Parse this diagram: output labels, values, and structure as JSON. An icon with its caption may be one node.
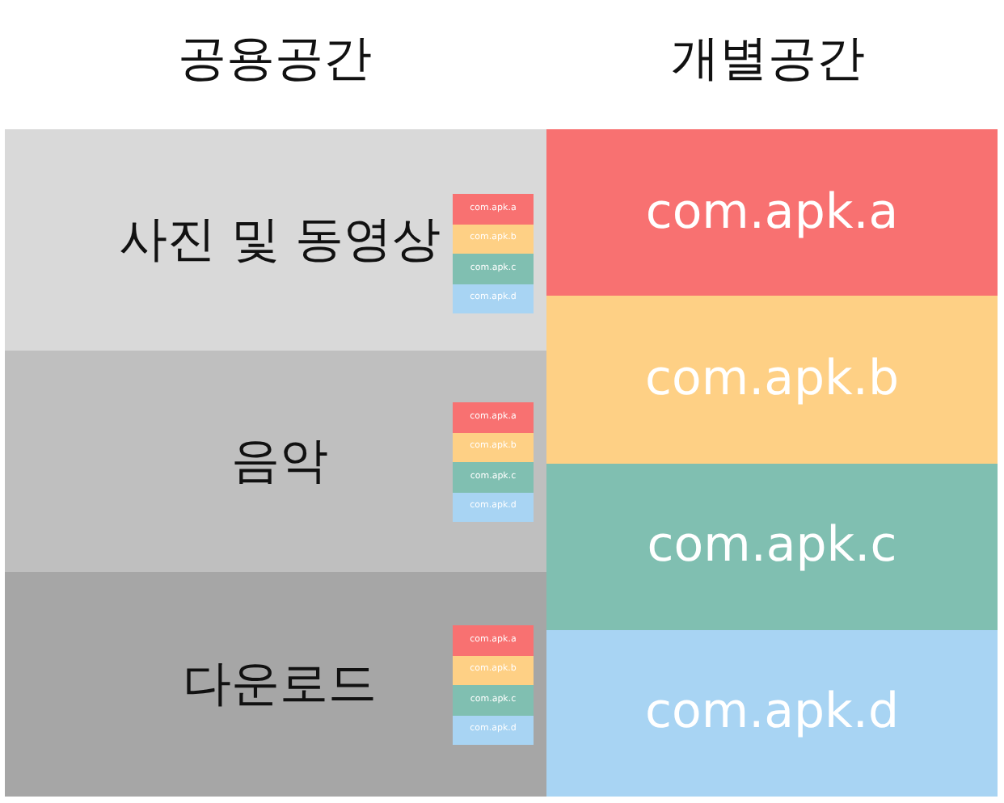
{
  "diagram": {
    "nodes": [
      {
        "text": [
          "사진 및 동영상"
        ]
      },
      {
        "text": [
          "com.apk.a"
        ],
        "in": 0
      },
      {
        "text": [
          "com.apk.b"
        ],
        "in": 0
      },
      {
        "text": [
          "com.apk.c"
        ],
        "in": 0
      },
      {
        "text": [
          "com.apk.d"
        ],
        "in": 0
      },
      {
        "text": [
          "음악"
        ]
      },
      {
        "text": [
          "com.apk.a"
        ],
        "in": 5
      },
      {
        "text": [
          "com.apk.b"
        ],
        "in": 5
      },
      {
        "text": [
          "com.apk.c"
        ],
        "in": 5
      },
      {
        "text": [
          "com.apk.d"
        ],
        "in": 5
      },
      {
        "text": [
          "다운로드"
        ]
      },
      {
        "text": [
          "com.apk.a"
        ],
        "in": 10
      },
      {
        "text": [
          "com.apk.b"
        ],
        "in": 10
      },
      {
        "text": [
          "com.apk.c"
        ],
        "in": 10
      },
      {
        "text": [
          "com.apk.d"
        ],
        "in": 10
      },
      {
        "text": [
          "com.apk.a"
        ]
      },
      {
        "text": [
          "com.apk.b"
        ]
      },
      {
        "text": [
          "com.apk.c"
        ]
      },
      {
        "text": [
          "com.apk.d"
        ]
      }
    ],
    "labels": [
      "공용공간",
      "개별공간"
    ]
  }
}
